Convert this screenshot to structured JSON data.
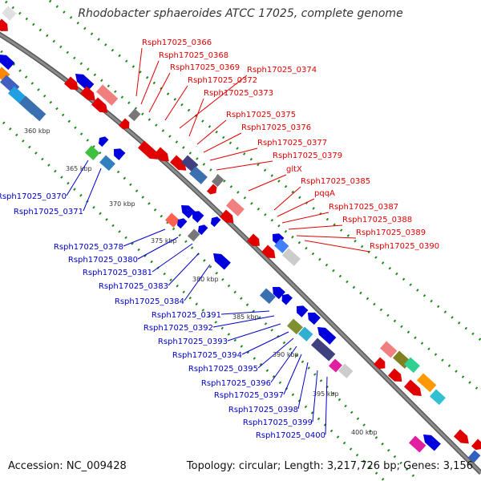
{
  "title": "Rhodobacter sphaeroides ATCC 17025, complete genome",
  "accession_text": "Accession: NC_009428",
  "summary_text": "Topology: circular; Length: 3,217,726 bp; Genes: 3,156",
  "colors": {
    "backbone": "#8c8c8c",
    "dot_track": "#1c8c1c",
    "forward_label": "#e00000",
    "reverse_label": "#0000c8",
    "tick_label": "#333333"
  },
  "kbp_ticks": [
    "360 kbp",
    "365 kbp",
    "370 kbp",
    "375 kbp",
    "380 kbp",
    "385 kbp",
    "390 kbp",
    "395 kbp",
    "400 kbp"
  ],
  "forward_genes": [
    "Rsph17025_0366",
    "Rsph17025_0368",
    "Rsph17025_0369",
    "Rsph17025_0372",
    "Rsph17025_0374",
    "Rsph17025_0373",
    "Rsph17025_0375",
    "Rsph17025_0376",
    "Rsph17025_0377",
    "Rsph17025_0379",
    "gltX",
    "Rsph17025_0385",
    "pqqA",
    "Rsph17025_0387",
    "Rsph17025_0388",
    "Rsph17025_0389",
    "Rsph17025_0390"
  ],
  "reverse_genes": [
    "Rsph17025_0370",
    "Rsph17025_0371",
    "Rsph17025_0378",
    "Rsph17025_0380",
    "Rsph17025_0381",
    "Rsph17025_0383",
    "Rsph17025_0384",
    "Rsph17025_0391",
    "Rsph17025_0392",
    "Rsph17025_0393",
    "Rsph17025_0394",
    "Rsph17025_0395",
    "Rsph17025_0396",
    "Rsph17025_0397",
    "Rsph17025_0398",
    "Rsph17025_0399",
    "Rsph17025_0400"
  ]
}
